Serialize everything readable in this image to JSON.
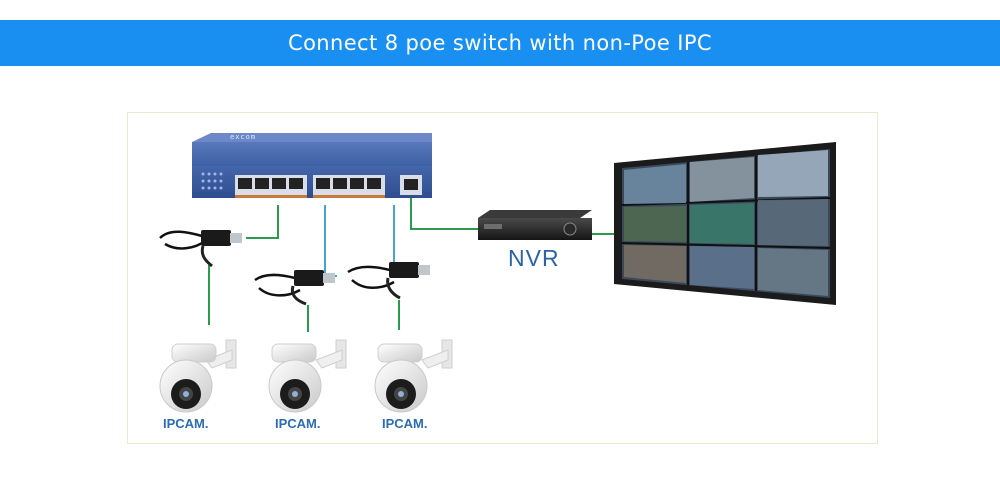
{
  "banner": {
    "title": "Connect 8 poe switch with non-Poe IPC"
  },
  "switch": {
    "brand": "excom"
  },
  "nvr": {
    "label": "NVR"
  },
  "cameras": [
    {
      "label": "IPCAM."
    },
    {
      "label": "IPCAM."
    },
    {
      "label": "IPCAM."
    }
  ],
  "colors": {
    "banner": "#1a8ff2",
    "link_line": "#2a9a4e",
    "switch_body": "#3d5fa3"
  }
}
